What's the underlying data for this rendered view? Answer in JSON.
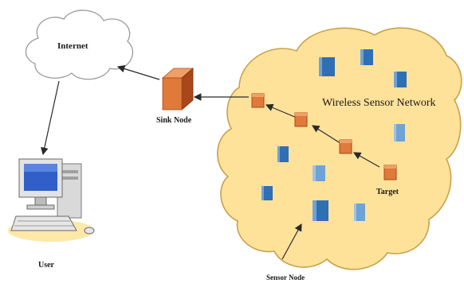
{
  "labels": {
    "internet": "Internet",
    "sink_node": "Sink Node",
    "wsn": "Wireless Sensor Network",
    "target": "Target",
    "sensor_node": "Sensor Node",
    "user": "User"
  },
  "colors": {
    "cloud_fill": "#FFE29A",
    "cloud_stroke": "#C9A14A",
    "internet_stroke": "#9A9A9A",
    "sensor_blue": "#2F6FB3",
    "sensor_blue_light": "#6FA3D6",
    "node_orange": "#E07A3A",
    "node_orange_dark": "#A9471A",
    "arrow": "#2A2A2A"
  },
  "icons": {
    "user": "computer-icon"
  }
}
